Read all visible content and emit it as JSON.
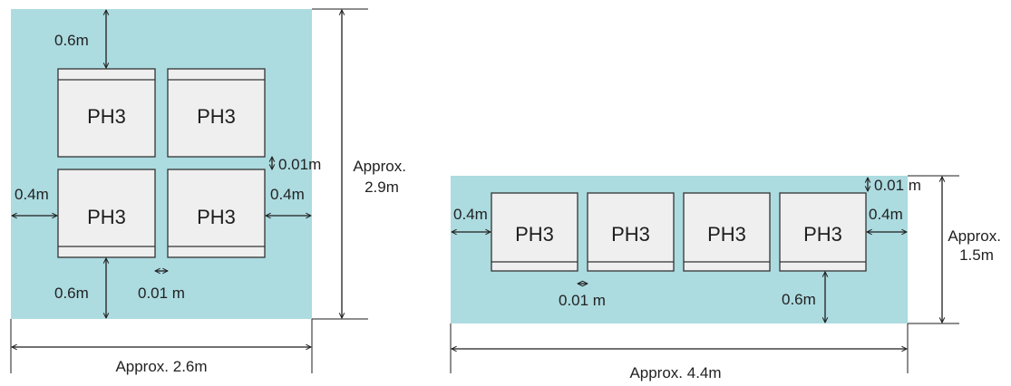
{
  "colors": {
    "area": "#acdbe0",
    "box_fill": "#efefef",
    "box_stroke": "#333333",
    "line": "#1e1e1e"
  },
  "unit_label": "PH3",
  "layout_2x2": {
    "top_margin": "0.6m",
    "bottom_margin": "0.6m",
    "left_margin": "0.4m",
    "right_margin": "0.4m",
    "gap_vertical": "0.01m",
    "gap_horizontal": "0.01 m",
    "height_line1": "Approx.",
    "height_line2": "2.9m",
    "width": "Approx. 2.6m"
  },
  "layout_1x4": {
    "gap_vertical": "0.01 m",
    "left_margin": "0.4m",
    "right_margin": "0.4m",
    "gap_horizontal": "0.01 m",
    "bottom_margin": "0.6m",
    "height_line1": "Approx.",
    "height_line2": "1.5m",
    "width": "Approx. 4.4m"
  }
}
